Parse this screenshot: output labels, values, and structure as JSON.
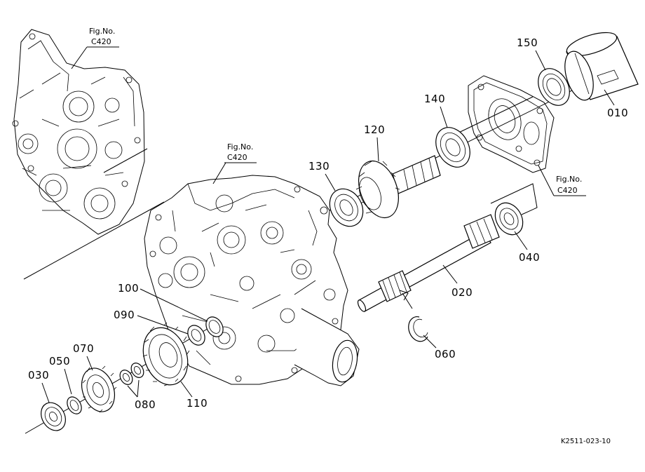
{
  "figure_refs": [
    {
      "line1": "Fig.No.",
      "line2": "C420"
    },
    {
      "line1": "Fig.No.",
      "line2": "C420"
    },
    {
      "line1": "Fig.No.",
      "line2": "C420"
    }
  ],
  "part_labels": {
    "p010": "010",
    "p020": "020",
    "p030": "030",
    "p040": "040",
    "p050": "050",
    "p060": "060",
    "p070": "070",
    "p080": "080",
    "p090": "090",
    "p100": "100",
    "p110": "110",
    "p120": "120",
    "p130": "130",
    "p140": "140",
    "p150": "150"
  },
  "drawing_code": "K2511-023-10"
}
